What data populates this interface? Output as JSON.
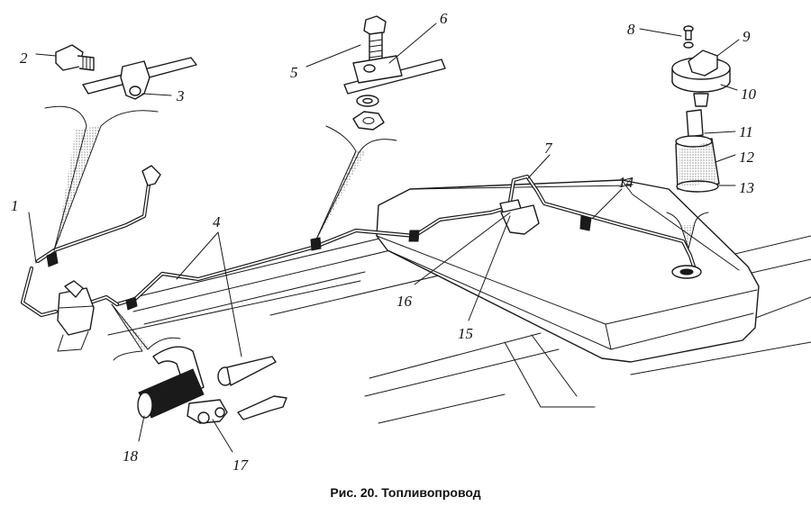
{
  "caption": "Рис. 20. Топливопровод",
  "callouts": [
    {
      "id": "1",
      "label": "1"
    },
    {
      "id": "2",
      "label": "2"
    },
    {
      "id": "3",
      "label": "3"
    },
    {
      "id": "4",
      "label": "4"
    },
    {
      "id": "5",
      "label": "5"
    },
    {
      "id": "6",
      "label": "6"
    },
    {
      "id": "7",
      "label": "7"
    },
    {
      "id": "8",
      "label": "8"
    },
    {
      "id": "9",
      "label": "9"
    },
    {
      "id": "10",
      "label": "10"
    },
    {
      "id": "11",
      "label": "11"
    },
    {
      "id": "12",
      "label": "12"
    },
    {
      "id": "13",
      "label": "13"
    },
    {
      "id": "14",
      "label": "14"
    },
    {
      "id": "15",
      "label": "15"
    },
    {
      "id": "16",
      "label": "16"
    },
    {
      "id": "17",
      "label": "17"
    },
    {
      "id": "18",
      "label": "18"
    }
  ]
}
